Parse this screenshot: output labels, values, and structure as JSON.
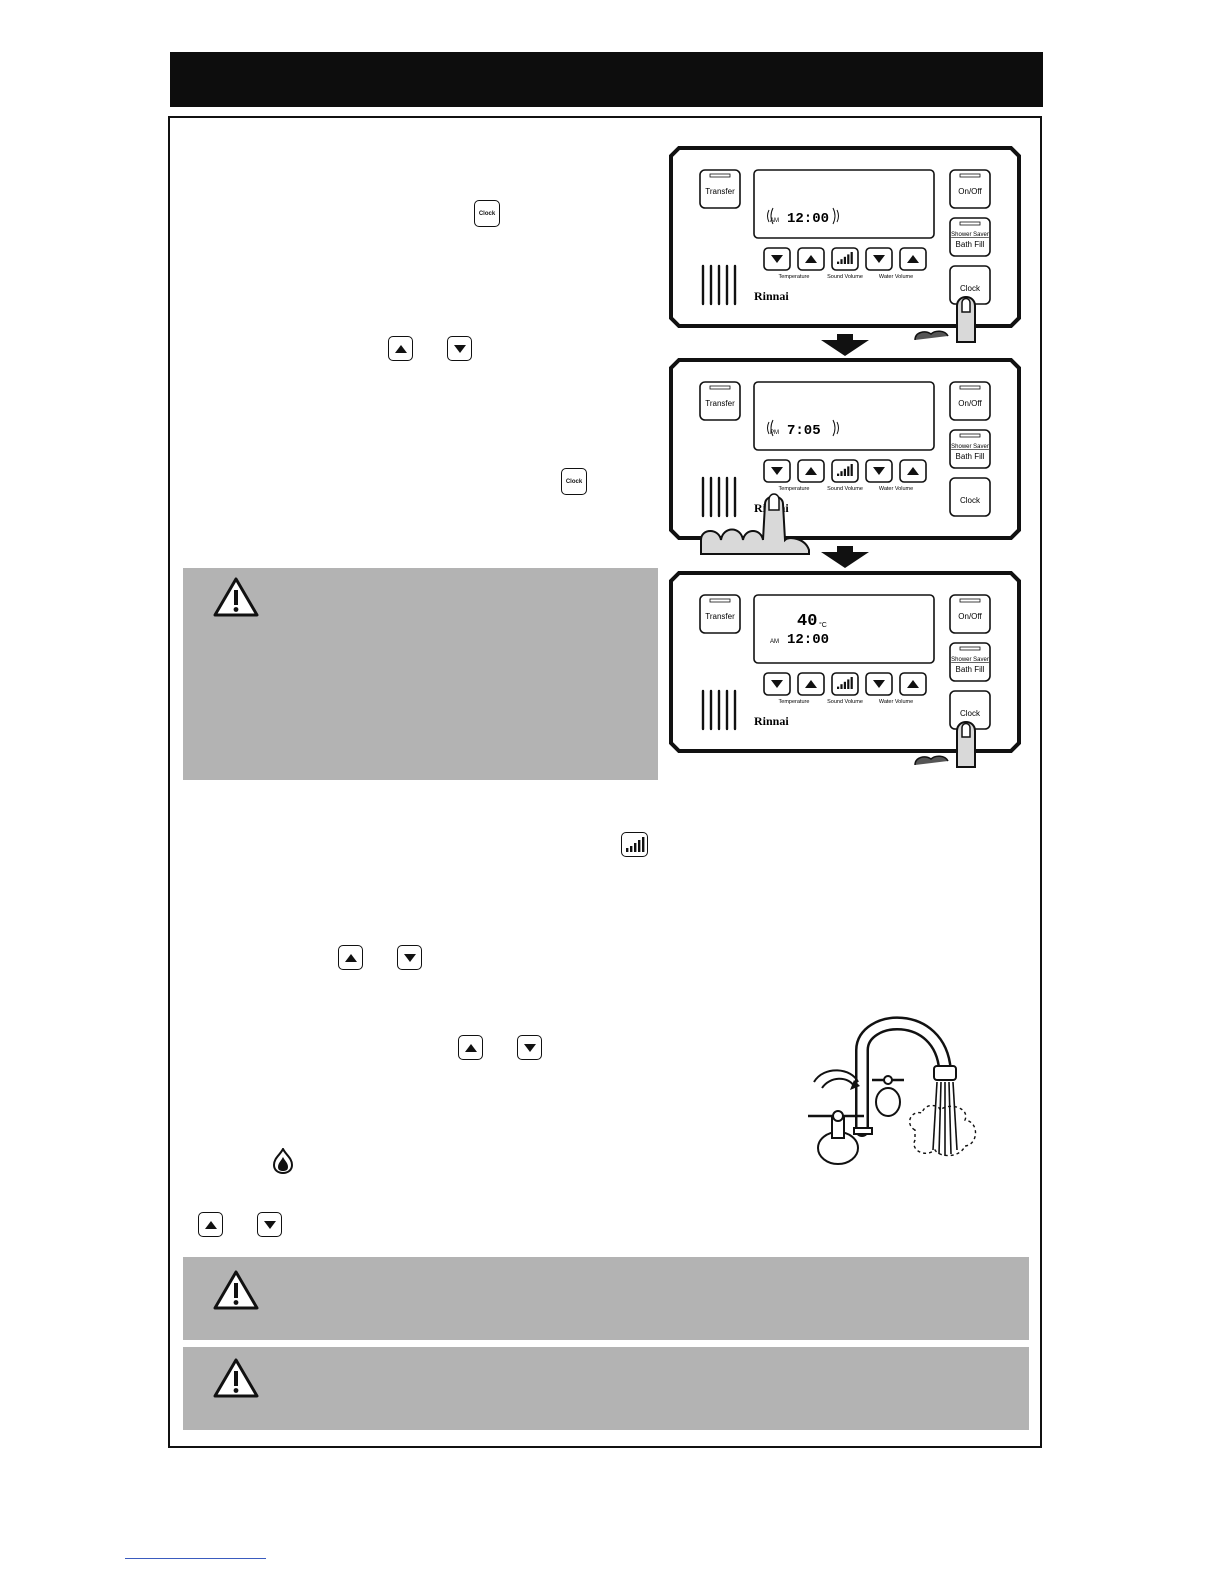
{
  "panels": [
    {
      "display": {
        "ampm": "AM",
        "time": "12:00",
        "temperature": "",
        "unit": ""
      },
      "buttons": {
        "transfer": "Transfer",
        "on_off": "On/Off",
        "shower_saver": "Shower Saver",
        "bath_fill": "Bath Fill",
        "clock": "Clock",
        "temperature": "Temperature",
        "sound_volume": "Sound Volume",
        "water_volume": "Water Volume"
      },
      "brand": "Rinnai",
      "pressed": "clock"
    },
    {
      "display": {
        "ampm": "PM",
        "time": "7:05",
        "temperature": "",
        "unit": ""
      },
      "buttons": {
        "transfer": "Transfer",
        "on_off": "On/Off",
        "shower_saver": "Shower Saver",
        "bath_fill": "Bath Fill",
        "clock": "Clock",
        "temperature": "Temperature",
        "sound_volume": "Sound Volume",
        "water_volume": "Water Volume"
      },
      "brand": "Rinnai",
      "pressed": "temperature-down"
    },
    {
      "display": {
        "ampm": "AM",
        "time": "12:00",
        "temperature": "40",
        "unit": "°C"
      },
      "buttons": {
        "transfer": "Transfer",
        "on_off": "On/Off",
        "shower_saver": "Shower Saver",
        "bath_fill": "Bath Fill",
        "clock": "Clock",
        "temperature": "Temperature",
        "sound_volume": "Sound Volume",
        "water_volume": "Water Volume"
      },
      "brand": "Rinnai",
      "pressed": "clock"
    }
  ],
  "inline_icons": {
    "clock_label": "Clock"
  },
  "icons": [
    "clock-button-icon",
    "up-arrow-icon",
    "down-arrow-icon",
    "sound-volume-icon",
    "flame-icon",
    "warning-icon",
    "faucet-illustration"
  ]
}
